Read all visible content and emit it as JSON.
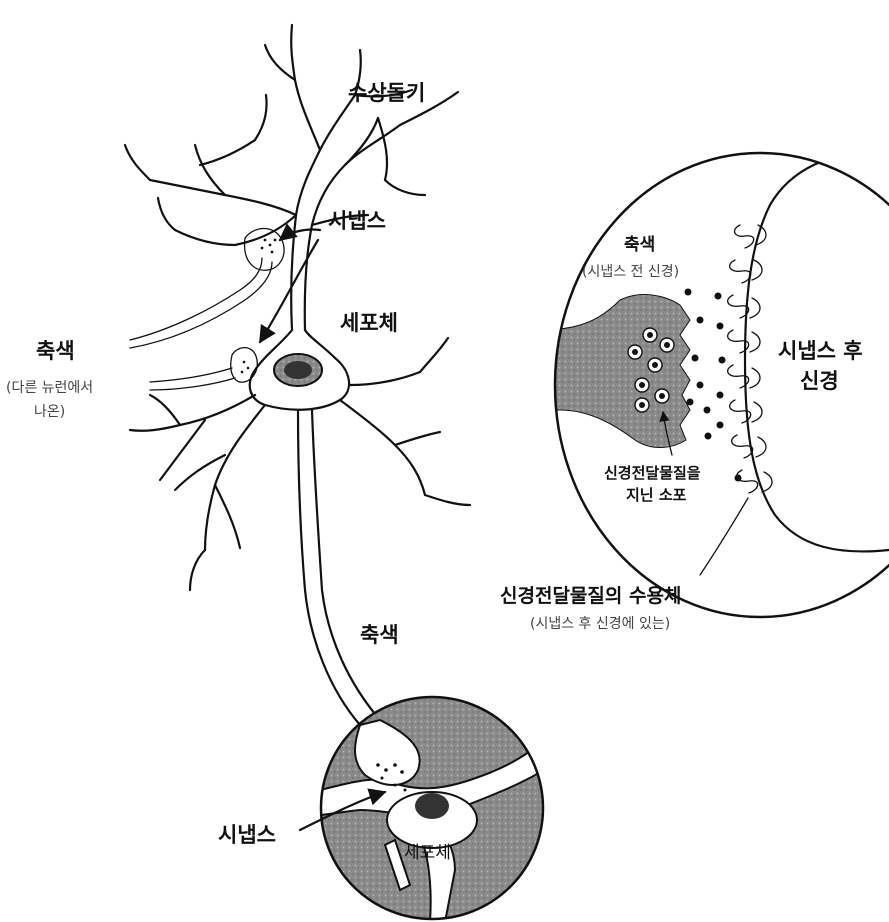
{
  "labels": {
    "dendrite": "수상돌기",
    "synapse_top": "시냅스",
    "cell_body_top": "세포체",
    "axon_left": "축색",
    "axon_left_sub1": "(다른 뉴런에서",
    "axon_left_sub2": "나온)",
    "axon_bottom": "축색",
    "synapse_bottom": "시냅스",
    "cell_body_bottom": "세포체",
    "axon_zoom": "축색",
    "axon_zoom_sub": "(시냅스 전 신경)",
    "post_neuron_1": "시냅스 후",
    "post_neuron_2": "신경",
    "vesicle_1": "신경전달물질을",
    "vesicle_2": "지닌 소포",
    "receptor": "신경전달물질의 수용체",
    "receptor_sub": "(시냅스 후 신경에 있는)"
  }
}
